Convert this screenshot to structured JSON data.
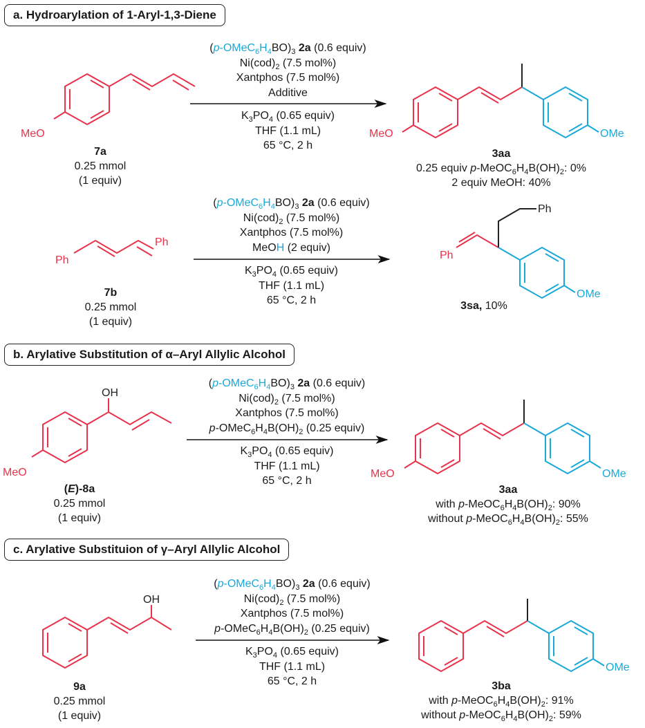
{
  "sections": {
    "a": {
      "title": "a. Hydroarylation of 1-Aryl-1,3-Diene"
    },
    "b": {
      "title": "b. Arylative Substitution of α–Aryl Allylic Alcohol"
    },
    "c": {
      "title": "c. Arylative Substituion of γ–Aryl Allylic Alcohol"
    }
  },
  "reagents": {
    "boroxine": "(p-OMeC6H4BO)3 2a (0.6 equiv)",
    "ni": "Ni(cod)2 (7.5 mol%)",
    "ligand": "Xantphos (7.5 mol%)",
    "additive": "Additive",
    "meoh": "MeOH (2 equiv)",
    "boronic_acid": "p-OMeC6H4B(OH)2 (0.25 equiv)",
    "base": "K3PO4 (0.65 equiv)",
    "solvent": "THF (1.1 mL)",
    "temp_time": "65 °C, 2 h"
  },
  "compounds": {
    "7a": {
      "id": "7a",
      "amount": "0.25 mmol",
      "equiv": "(1 equiv)"
    },
    "7b": {
      "id": "7b",
      "amount": "0.25 mmol",
      "equiv": "(1 equiv)"
    },
    "8a": {
      "id": "(E)-8a",
      "amount": "0.25 mmol",
      "equiv": "(1 equiv)"
    },
    "9a": {
      "id": "9a",
      "amount": "0.25 mmol",
      "equiv": "(1 equiv)"
    }
  },
  "products": {
    "a1": {
      "id": "3aa",
      "line1": "0.25 equiv p-MeOC6H4B(OH)2: 0%",
      "line2": "2 equiv MeOH: 40%"
    },
    "a2": {
      "id": "3sa",
      "yield": "10%"
    },
    "b": {
      "id": "3aa",
      "line1": "with p-MeOC6H4B(OH)2: 90%",
      "line2": "without p-MeOC6H4B(OH)2: 55%"
    },
    "c": {
      "id": "3ba",
      "line1": "with p-MeOC6H4B(OH)2: 91%",
      "line2": "without p-MeOC6H4B(OH)2: 59%"
    }
  },
  "atom_labels": {
    "meo": "MeO",
    "ome": "OMe",
    "ph": "Ph",
    "oh": "OH"
  },
  "colors": {
    "reactant": "#e8324a",
    "aryl": "#1aa8d8",
    "bond": "#1a1a1a"
  }
}
